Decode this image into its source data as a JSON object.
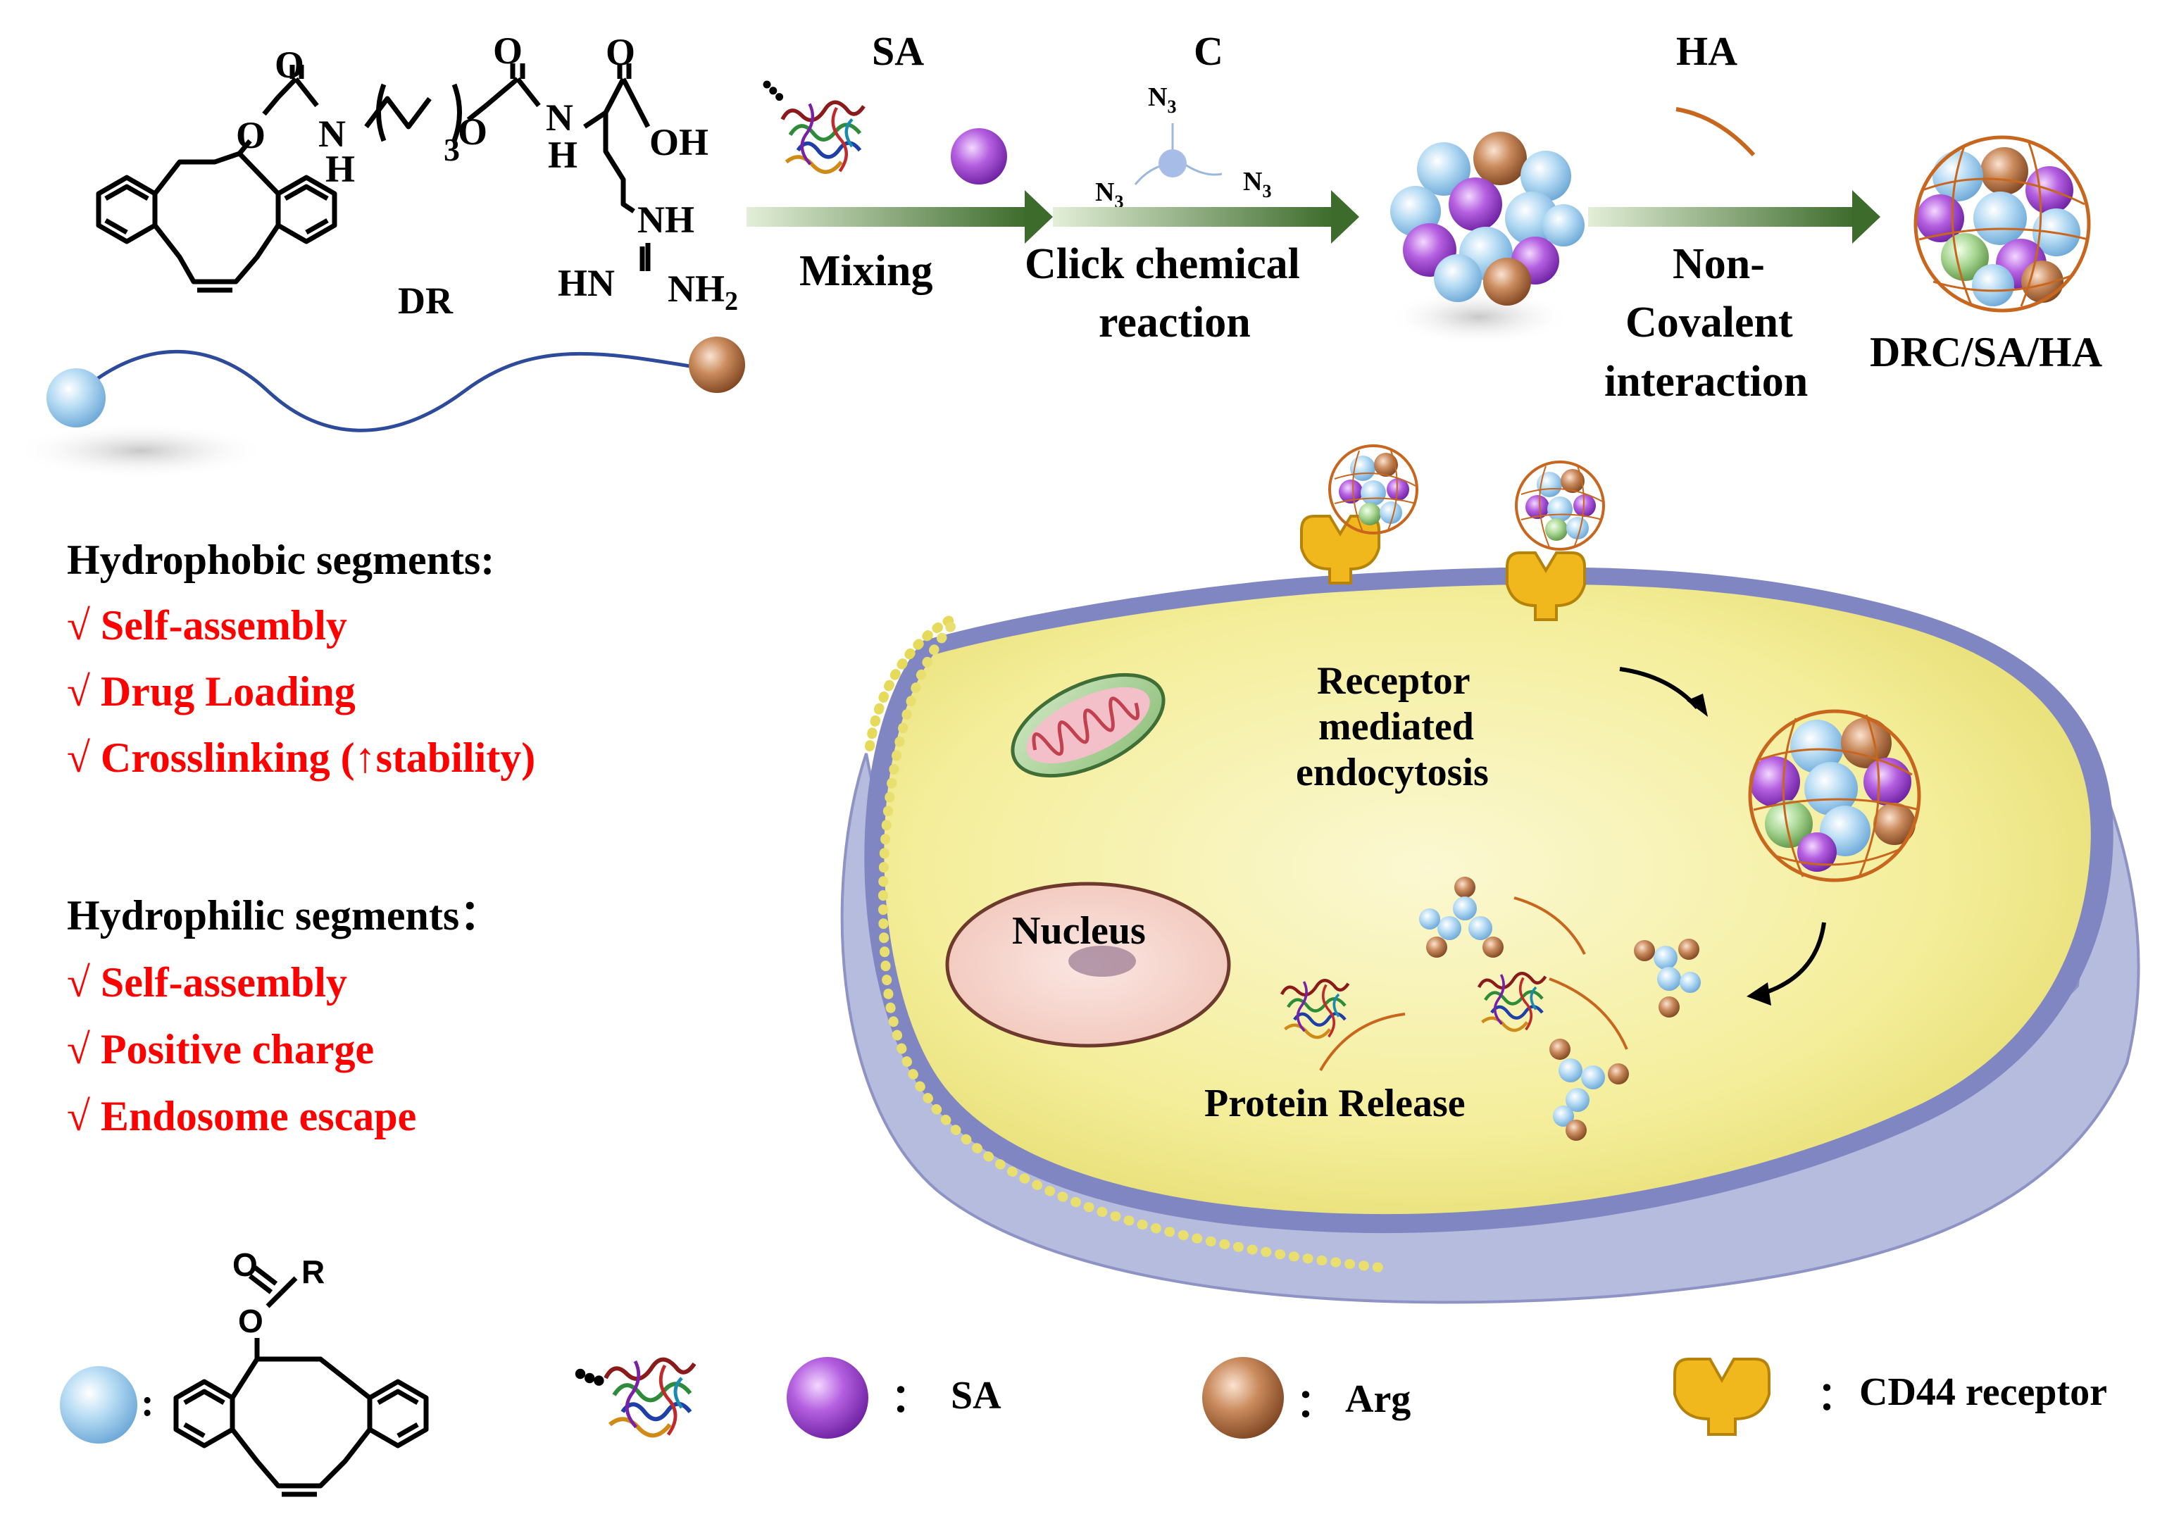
{
  "top": {
    "dr_label": "DR",
    "sa_label": "SA",
    "c_label": "C",
    "ha_label": "HA",
    "mixing_label": "Mixing",
    "click_label_1": "Click chemical",
    "click_label_2": "reaction",
    "noncov_1": "Non-",
    "noncov_2": "Covalent",
    "noncov_3": "interaction",
    "product_label": "DRC/SA/HA"
  },
  "molecule": {
    "o1": "O",
    "o2": "O",
    "o3": "O",
    "o4": "O",
    "o5": "O",
    "oh": "OH",
    "n_left": "N",
    "h_left": "H",
    "sub3": "3",
    "n_mid": "N",
    "h_mid": "H",
    "nh": "NH",
    "hn": "HN",
    "nh2": "NH",
    "sub2": "2"
  },
  "linker": {
    "n3_top": "N",
    "n3_left": "N",
    "n3_right": "N",
    "sub": "3"
  },
  "hydrophobic": {
    "title": "Hydrophobic segments:",
    "items": [
      "√ Self-assembly",
      "√ Drug Loading",
      "√ Crosslinking (↑stability)"
    ]
  },
  "hydrophilic": {
    "title": "Hydrophilic segments：",
    "items": [
      "√ Self-assembly",
      "√ Positive charge",
      "√ Endosome escape"
    ]
  },
  "cell": {
    "receptor_1": "Receptor",
    "receptor_2": "mediated",
    "receptor_3": "endocytosis",
    "nucleus": "Nucleus",
    "protein_release": "Protein Release"
  },
  "legend": {
    "o_label": "O",
    "r_label": "R",
    "colon": ":",
    "sa_colon": "：",
    "sa": "SA",
    "arg_colon": "：",
    "arg": "Arg",
    "cd44_colon": "：",
    "cd44": "CD44 receptor"
  },
  "colors": {
    "text_red": "#ff0000",
    "arrow_green": "#3e6b2e",
    "cell_yellow": "#f7f2a8",
    "membrane_blue": "#7f86c2",
    "sphere_blue": "#a9d6f2",
    "sphere_purple": "#a64bd8",
    "sphere_brown": "#c0784a",
    "chain_blue": "#2d4b9a",
    "ha_orange": "#c8661e",
    "receptor_yellow": "#f0b81c"
  }
}
